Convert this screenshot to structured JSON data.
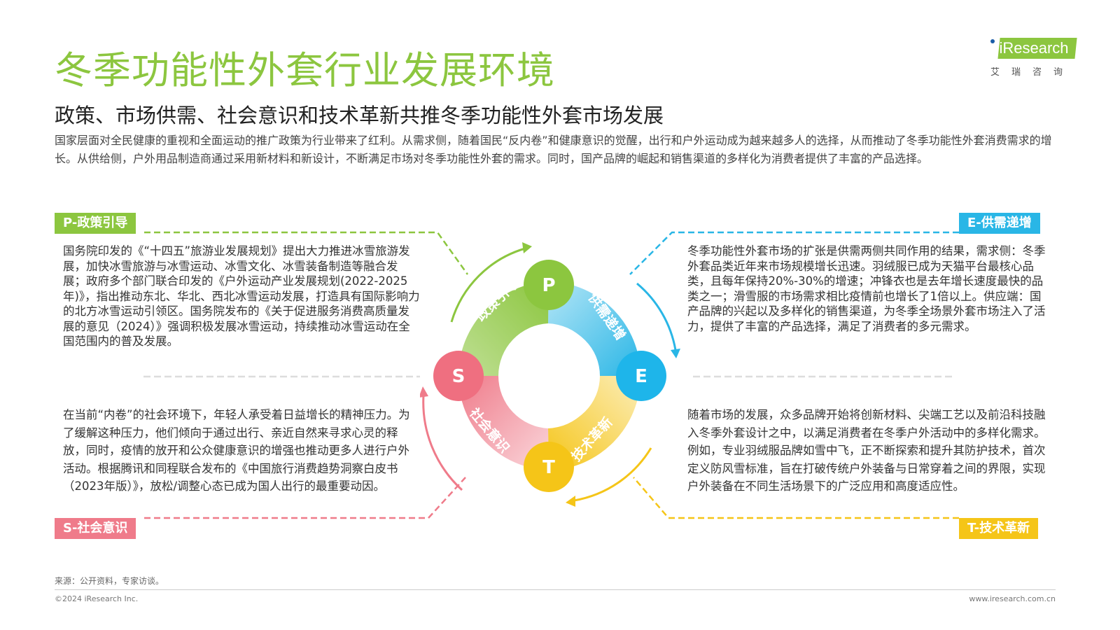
{
  "header": {
    "title": "冬季功能性外套行业发展环境",
    "subtitle": "政策、市场供需、社会意识和技术革新共推冬季功能性外套市场发展",
    "intro": "国家层面对全民健康的重视和全面运动的推广政策为行业带来了红利。从需求侧，随着国民“反内卷”和健康意识的觉醒，出行和户外运动成为越来越多人的选择，从而推动了冬季功能性外套消费需求的增长。从供给侧，户外用品制造商通过采用新材料和新设计，不断满足市场对冬季功能性外套的需求。同时，国产品牌的崛起和销售渠道的多样化为消费者提供了丰富的产品选择。"
  },
  "logo": {
    "text": "iResearch",
    "sub": "艾瑞咨询"
  },
  "sections": {
    "p": {
      "tag": "P-政策引导",
      "circle": "P",
      "arc": "政策引导",
      "text": "国务院印发的《“十四五”旅游业发展规划》提出大力推进冰雪旅游发展，加快冰雪旅游与冰雪运动、冰雪文化、冰雪装备制造等融合发展；政府多个部门联合印发的《户外运动产业发展规划(2022-2025年)》，指出推动东北、华北、西北冰雪运动发展，打造具有国际影响力的北方冰雪运动引领区。国务院发布的《关于促进服务消费高质量发展的意见（2024）》强调积极发展冰雪运动，持续推动冰雪运动在全国范围内的普及发展。"
    },
    "e": {
      "tag": "E-供需递增",
      "circle": "E",
      "arc": "供需递增",
      "text": "冬季功能性外套市场的扩张是供需两侧共同作用的结果，需求侧：冬季外套品类近年来市场规模增长迅速。羽绒服已成为天猫平台最核心品类，且每年保持20%-30%的增速；冲锋衣也是去年增长速度最快的品类之一；滑雪服的市场需求相比疫情前也增长了1倍以上。供应端：国产品牌的兴起以及多样化的销售渠道，为冬季全场景外套市场注入了活力，提供了丰富的产品选择，满足了消费者的多元需求。"
    },
    "s": {
      "tag": "S-社会意识",
      "circle": "S",
      "arc": "社会意识",
      "text": "在当前“内卷”的社会环境下，年轻人承受着日益增长的精神压力。为了缓解这种压力，他们倾向于通过出行、亲近自然来寻求心灵的释放，同时，疫情的放开和公众健康意识的增强也推动更多人进行户外活动。根据腾讯和同程联合发布的《中国旅行消费趋势洞察白皮书（2023年版）》，放松/调整心态已成为国人出行的最重要动因。"
    },
    "t": {
      "tag": "T-技术革新",
      "circle": "T",
      "arc": "技术革新",
      "text": "随着市场的发展，众多品牌开始将创新材料、尖端工艺以及前沿科技融入冬季外套设计之中，以满足消费者在冬季户外活动中的多样化需求。例如，专业羽绒服品牌如雪中飞，正不断探索和提升其防护技术，首次定义防风雪标准，旨在打破传统户外装备与日常穿着之间的界限，实现户外装备在不同生活场景下的广泛应用和高度适应性。"
    }
  },
  "colors": {
    "p": "#8cc63f",
    "e": "#29b6e6",
    "s": "#ef7b8a",
    "t": "#f5c518"
  },
  "footer": {
    "source": "来源：公开资料，专家访谈。",
    "copyright": "©2024 iResearch Inc.",
    "url": "www.iresearch.com.cn"
  }
}
